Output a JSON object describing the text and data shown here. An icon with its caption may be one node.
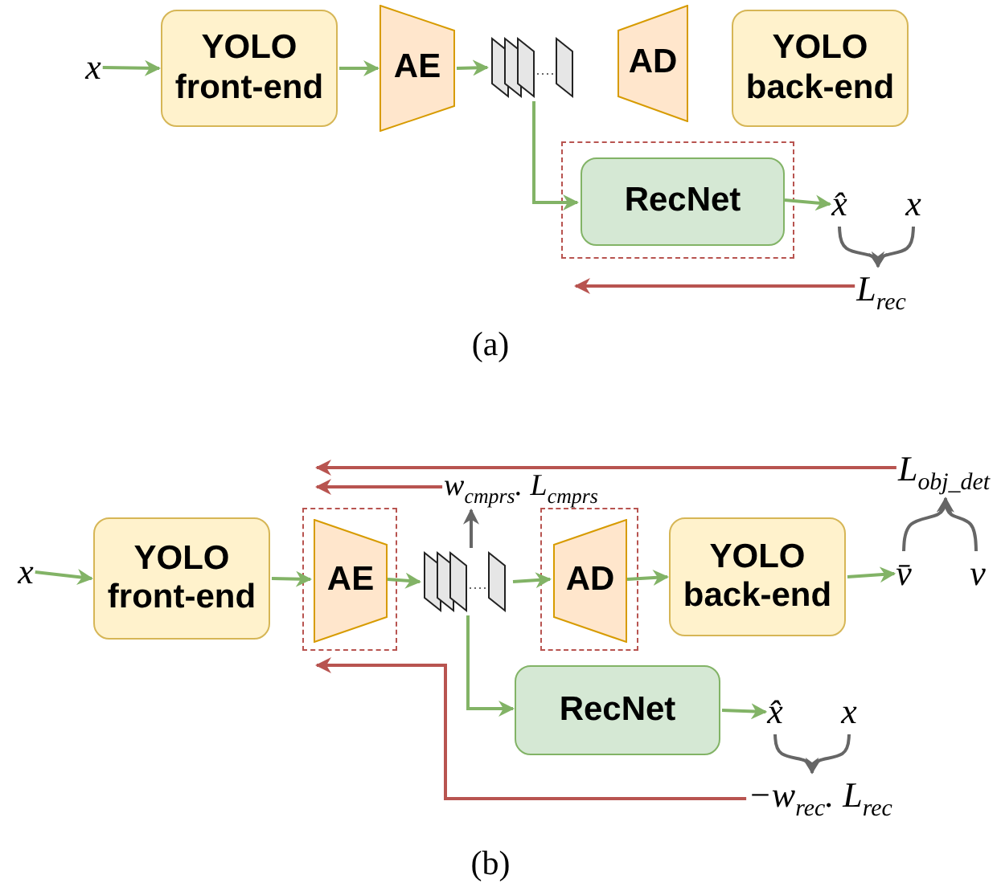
{
  "diagram": {
    "nodes": [
      {
        "text": [
          "x"
        ]
      },
      {
        "text": [
          "YOLO front-end"
        ]
      },
      {
        "text": [
          "AE"
        ]
      },
      {
        "text": [],
        "shape": "picture"
      },
      {
        "text": [
          "AD"
        ]
      },
      {
        "text": [
          "YOLO back-end"
        ]
      },
      {
        "text": [],
        "shape": "box"
      },
      {
        "text": [
          "RecNet"
        ],
        "in": 6
      },
      {
        "text": [
          "x̂"
        ]
      },
      {
        "text": [
          "x"
        ]
      },
      {
        "text": [
          "L$_{rec}$"
        ]
      },
      {
        "text": [
          "x"
        ]
      },
      {
        "text": [
          "YOLO front-end"
        ]
      },
      {
        "text": [],
        "shape": "box"
      },
      {
        "text": [
          "AE"
        ],
        "in": 13
      },
      {
        "text": [],
        "shape": "picture"
      },
      {
        "text": [],
        "shape": "box"
      },
      {
        "text": [
          "AD"
        ],
        "in": 16
      },
      {
        "text": [
          "YOLO back-end"
        ]
      },
      {
        "text": [
          "v̄"
        ]
      },
      {
        "text": [
          "v"
        ]
      },
      {
        "text": [
          "L$_{obj_det}$"
        ]
      },
      {
        "text": [
          "w$_{cmprs}$. L$_{cmprs}$"
        ]
      },
      {
        "text": [
          "RecNet"
        ]
      },
      {
        "text": [
          "x̂"
        ]
      },
      {
        "text": [
          "x"
        ]
      },
      {
        "text": [
          "−w$_{rec}$. L$_{rec}$"
        ]
      }
    ],
    "edges": [
      {
        "from": 0,
        "to": 1,
        "arrow": "to"
      },
      {
        "from": 1,
        "to": 2,
        "arrow": "to"
      },
      {
        "from": 2,
        "to": 3,
        "arrow": "to"
      },
      {
        "from": 3,
        "to": 7,
        "arrow": "to"
      },
      {
        "from": 7,
        "to": 8,
        "arrow": "to"
      },
      {
        "from": 8,
        "to": 10,
        "arrow": "to",
        "color": "#666666"
      },
      {
        "from": 9,
        "to": 10,
        "arrow": "to",
        "color": "#666666"
      },
      {
        "from": 10,
        "to": 6,
        "arrow": "to",
        "color": "#b85450"
      },
      {
        "from": 11,
        "to": 12,
        "arrow": "to"
      },
      {
        "from": 12,
        "to": 14,
        "arrow": "to"
      },
      {
        "from": 14,
        "to": 15,
        "arrow": "to"
      },
      {
        "from": 15,
        "to": 17,
        "arrow": "to"
      },
      {
        "from": 17,
        "to": 18,
        "arrow": "to"
      },
      {
        "from": 18,
        "to": 19,
        "arrow": "to"
      },
      {
        "from": 15,
        "to": 22,
        "arrow": "to",
        "color": "#666666"
      },
      {
        "from": 15,
        "to": 23,
        "arrow": "to"
      },
      {
        "from": 23,
        "to": 24,
        "arrow": "to"
      },
      {
        "from": 24,
        "to": 26,
        "arrow": "to",
        "color": "#666666"
      },
      {
        "from": 25,
        "to": 26,
        "arrow": "to",
        "color": "#666666"
      },
      {
        "from": 19,
        "to": 21,
        "arrow": "to",
        "color": "#666666"
      },
      {
        "from": 20,
        "to": 21,
        "arrow": "to",
        "color": "#666666"
      },
      {
        "from": 21,
        "to": 13,
        "arrow": "to",
        "color": "#b85450"
      },
      {
        "from": 22,
        "to": 13,
        "arrow": "to",
        "color": "#b85450"
      },
      {
        "from": 26,
        "to": 13,
        "arrow": "to",
        "color": "#b85450"
      }
    ],
    "labels": [
      "(a)",
      "(b)"
    ]
  }
}
